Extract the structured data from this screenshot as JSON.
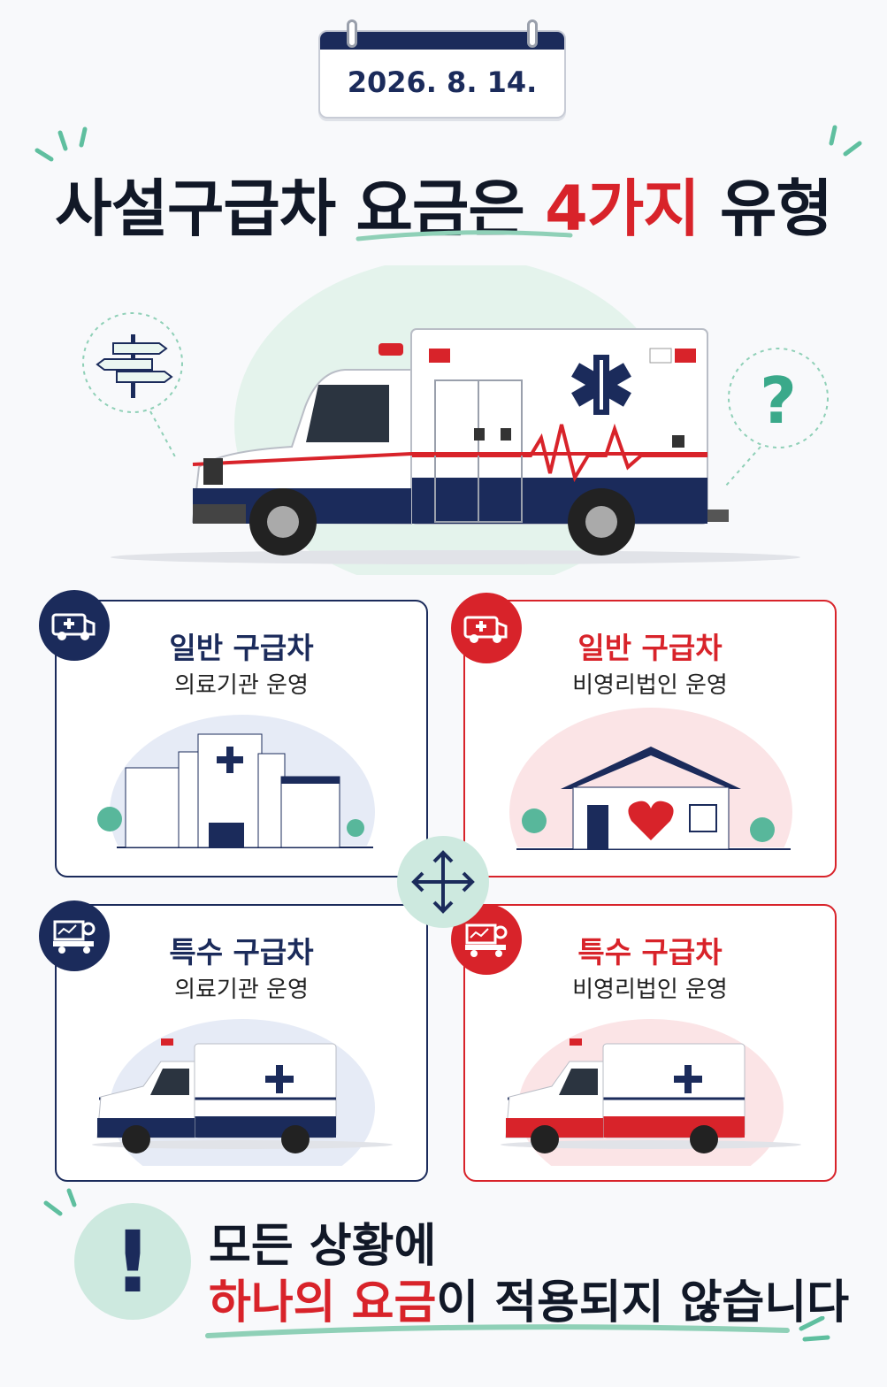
{
  "date": "2026. 8. 14.",
  "title": {
    "part1": "사설구급차 요금은 ",
    "highlight": "4가지",
    "part2": " 유형"
  },
  "hero": {
    "question_mark": "?"
  },
  "cards": [
    {
      "title": "일반 구급차",
      "subtitle": "의료기관 운영",
      "theme": "navy"
    },
    {
      "title": "일반 구급차",
      "subtitle": "비영리법인 운영",
      "theme": "red"
    },
    {
      "title": "특수 구급차",
      "subtitle": "의료기관 운영",
      "theme": "navy"
    },
    {
      "title": "특수 구급차",
      "subtitle": "비영리법인 운영",
      "theme": "red"
    }
  ],
  "notice": {
    "icon_text": "!",
    "line1": "모든 상황에",
    "line2_highlight": "하나의 요금",
    "line2_rest": "이 적용되지 않습니다"
  },
  "colors": {
    "navy": "#1b2b5b",
    "red": "#d8232a",
    "mint": "#cde9df",
    "teal": "#3aa98a"
  }
}
